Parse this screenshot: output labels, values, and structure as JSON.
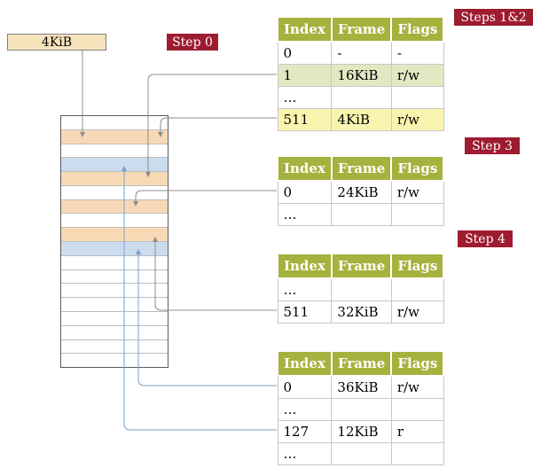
{
  "figure": {
    "colors": {
      "badge_red": "#9e1b30",
      "badge_text": "#ffffff",
      "header_olive": "#a6b23e",
      "row_green": "#e2e8c2",
      "row_yellow": "#faf5ae",
      "mem_peach": "#f8d9b6",
      "mem_blue": "#cbdcee",
      "mem_white": "#ffffff",
      "wheat": "#f6e3bc",
      "arrow_gray": "#8c8c8c",
      "arrow_blue": "#7a9fcb",
      "grid_line": "#c8c8c8"
    },
    "cr3_box": {
      "label": "4KiB"
    },
    "badges": {
      "step0": {
        "label": "Step 0"
      },
      "steps12": {
        "label": "Steps 1&2"
      },
      "step3": {
        "label": "Step 3"
      },
      "step4": {
        "label": "Step 4"
      }
    },
    "tables": [
      {
        "id": "t1",
        "headers": [
          "Index",
          "Frame",
          "Flags"
        ],
        "rows": [
          {
            "cells": [
              "0",
              "-",
              "-"
            ],
            "highlight": "none"
          },
          {
            "cells": [
              "1",
              "16KiB",
              "r/w"
            ],
            "highlight": "green"
          },
          {
            "cells": [
              "…",
              "",
              ""
            ],
            "highlight": "none"
          },
          {
            "cells": [
              "511",
              "4KiB",
              "r/w"
            ],
            "highlight": "yellow"
          }
        ]
      },
      {
        "id": "t2",
        "headers": [
          "Index",
          "Frame",
          "Flags"
        ],
        "rows": [
          {
            "cells": [
              "0",
              "24KiB",
              "r/w"
            ],
            "highlight": "none"
          },
          {
            "cells": [
              "…",
              "",
              ""
            ],
            "highlight": "none"
          }
        ]
      },
      {
        "id": "t3",
        "headers": [
          "Index",
          "Frame",
          "Flags"
        ],
        "rows": [
          {
            "cells": [
              "…",
              "",
              ""
            ],
            "highlight": "none"
          },
          {
            "cells": [
              "511",
              "32KiB",
              "r/w"
            ],
            "highlight": "none"
          }
        ]
      },
      {
        "id": "t4",
        "headers": [
          "Index",
          "Frame",
          "Flags"
        ],
        "rows": [
          {
            "cells": [
              "0",
              "36KiB",
              "r/w"
            ],
            "highlight": "none"
          },
          {
            "cells": [
              "…",
              "",
              ""
            ],
            "highlight": "none"
          },
          {
            "cells": [
              "127",
              "12KiB",
              "r"
            ],
            "highlight": "none"
          },
          {
            "cells": [
              "…",
              "",
              ""
            ],
            "highlight": "none"
          }
        ]
      }
    ],
    "memory": {
      "rows": [
        "white",
        "peach",
        "white",
        "blue",
        "peach",
        "white",
        "peach",
        "white",
        "peach",
        "blue",
        "white",
        "white",
        "white",
        "white",
        "white",
        "white",
        "white",
        "white"
      ]
    }
  }
}
